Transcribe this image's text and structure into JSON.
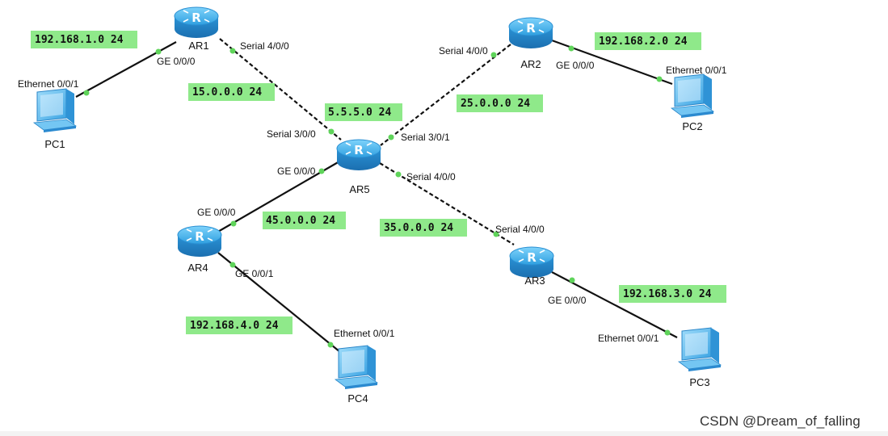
{
  "routers": [
    {
      "id": "AR1",
      "label": "AR1"
    },
    {
      "id": "AR2",
      "label": "AR2"
    },
    {
      "id": "AR5",
      "label": "AR5"
    },
    {
      "id": "AR4",
      "label": "AR4"
    },
    {
      "id": "AR3",
      "label": "AR3"
    }
  ],
  "pcs": [
    {
      "id": "PC1",
      "label": "PC1"
    },
    {
      "id": "PC2",
      "label": "PC2"
    },
    {
      "id": "PC3",
      "label": "PC3"
    },
    {
      "id": "PC4",
      "label": "PC4"
    }
  ],
  "links": [
    {
      "id": "ar1-pc1",
      "type": "ethernet",
      "from": "AR1",
      "to": "PC1",
      "from_port": "GE 0/0/0",
      "to_port": "Ethernet 0/0/1",
      "network": "192.168.1.0 24"
    },
    {
      "id": "ar1-ar5",
      "type": "serial",
      "from": "AR1",
      "to": "AR5",
      "from_port": "Serial 4/0/0",
      "to_port": "Serial 3/0/0",
      "network": "15.0.0.0 24"
    },
    {
      "id": "ar2-ar5",
      "type": "serial",
      "from": "AR2",
      "to": "AR5",
      "from_port": "Serial 4/0/0",
      "to_port": "Serial 3/0/1",
      "network": "25.0.0.0 24"
    },
    {
      "id": "ar2-pc2",
      "type": "ethernet",
      "from": "AR2",
      "to": "PC2",
      "from_port": "GE 0/0/0",
      "to_port": "Ethernet 0/0/1",
      "network": "192.168.2.0 24"
    },
    {
      "id": "ar5-ar4",
      "type": "ethernet",
      "from": "AR5",
      "to": "AR4",
      "from_port": "GE 0/0/0",
      "to_port": "GE 0/0/0",
      "network": "45.0.0.0 24"
    },
    {
      "id": "ar5-ar3",
      "type": "serial",
      "from": "AR5",
      "to": "AR3",
      "from_port": "Serial 4/0/0",
      "to_port": "Serial 4/0/0",
      "network": "35.0.0.0 24"
    },
    {
      "id": "ar4-pc4",
      "type": "ethernet",
      "from": "AR4",
      "to": "PC4",
      "from_port": "GE 0/0/1",
      "to_port": "Ethernet 0/0/1",
      "network": "192.168.4.0 24"
    },
    {
      "id": "ar3-pc3",
      "type": "ethernet",
      "from": "AR3",
      "to": "PC3",
      "from_port": "GE 0/0/0",
      "to_port": "Ethernet 0/0/1",
      "network": "192.168.3.0 24"
    }
  ],
  "loopback_network": "5.5.5.0 24",
  "watermark": "CSDN @Dream_of_falling",
  "colors": {
    "network_label_bg": "#8fe98a",
    "port_dot": "#5fd45a",
    "router_body": "#37a9e6",
    "pc_body": "#5ab8ec"
  }
}
